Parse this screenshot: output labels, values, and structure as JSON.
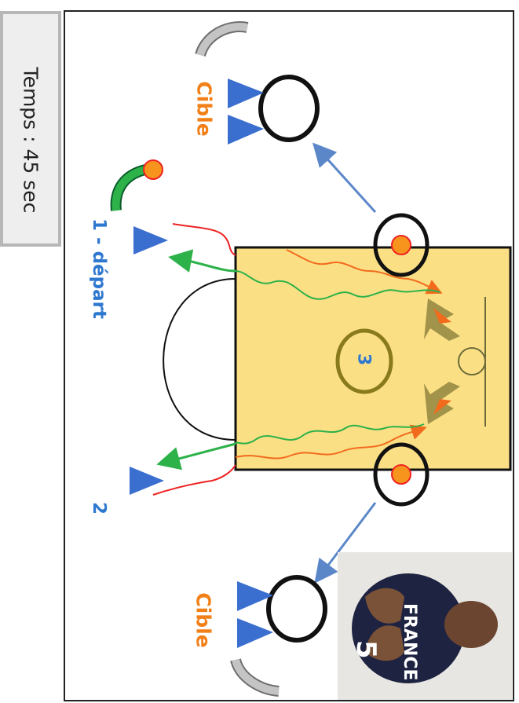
{
  "timer": {
    "text": "Temps : 45 sec"
  },
  "labels": {
    "cible_top": "Cible",
    "cible_bottom": "Cible",
    "depart": "1 - départ",
    "second": "2",
    "key_number": "3"
  },
  "player_photo": {
    "jersey_number": "5",
    "jersey_text": "FRANCE"
  },
  "colors": {
    "court_fill": "#fbdf85",
    "cone": "#3a6fcf",
    "dribble": "#f26b1d",
    "pass_arrow": "#5b87c9",
    "run_green": "#2db24a",
    "label_orange": "#f28018",
    "label_blue": "#2f78d0"
  }
}
